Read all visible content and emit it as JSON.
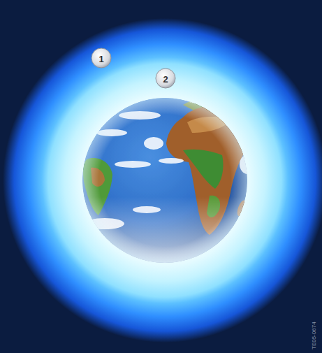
{
  "diagram": {
    "labels": [
      "1",
      "2",
      "TE05-0674"
    ]
  }
}
